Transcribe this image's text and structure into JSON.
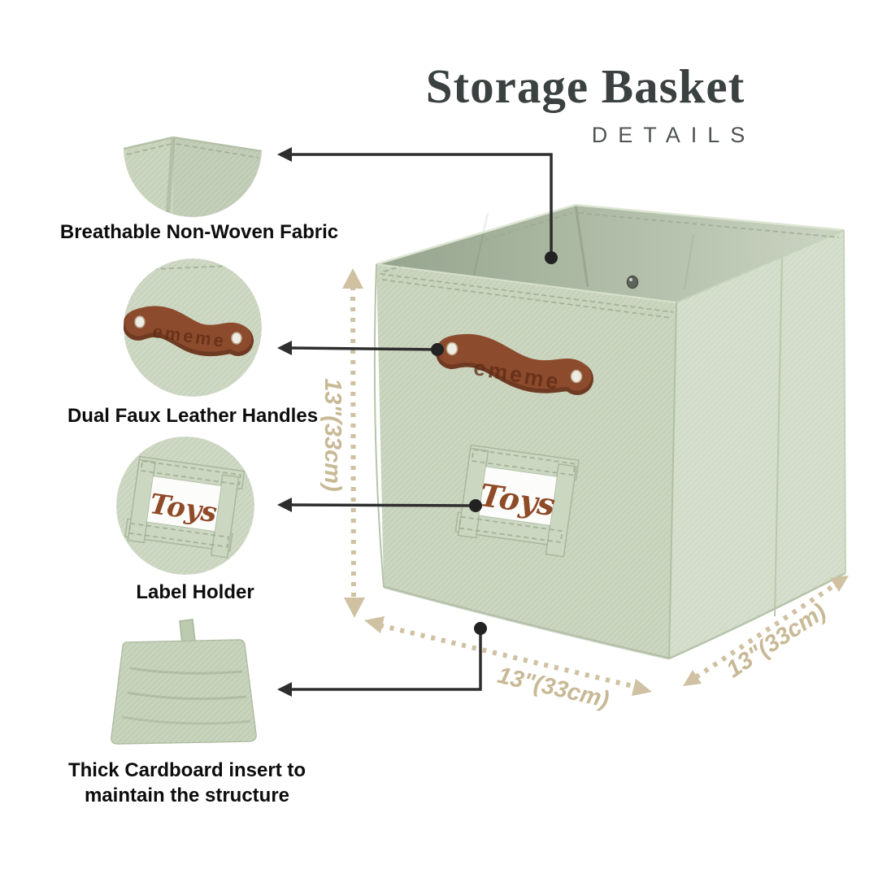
{
  "header": {
    "title": "Storage Basket",
    "subtitle": "DETAILS"
  },
  "callouts": [
    {
      "label": "Breathable Non-Woven Fabric"
    },
    {
      "label": "Dual Faux Leather Handles"
    },
    {
      "label": "Label Holder"
    },
    {
      "label": "Thick Cardboard insert to maintain the structure"
    }
  ],
  "product": {
    "brand_embossed": "ememe",
    "label_tag": "Toys"
  },
  "dimensions": {
    "height": "13\"(33cm)",
    "width": "13\"(33cm)",
    "depth": "13\"(33cm)"
  },
  "colors": {
    "fabric_front": "#c6d1ba",
    "fabric_side": "#d1dbc7",
    "fabric_interior_dark": "#9fad97",
    "leather_brown": "#8d4b2d",
    "label_text_brown": "#8f4a28",
    "dimension_tan": "#c8b996",
    "connector_dark": "#2e2e2e",
    "title_color": "#3b4141"
  }
}
